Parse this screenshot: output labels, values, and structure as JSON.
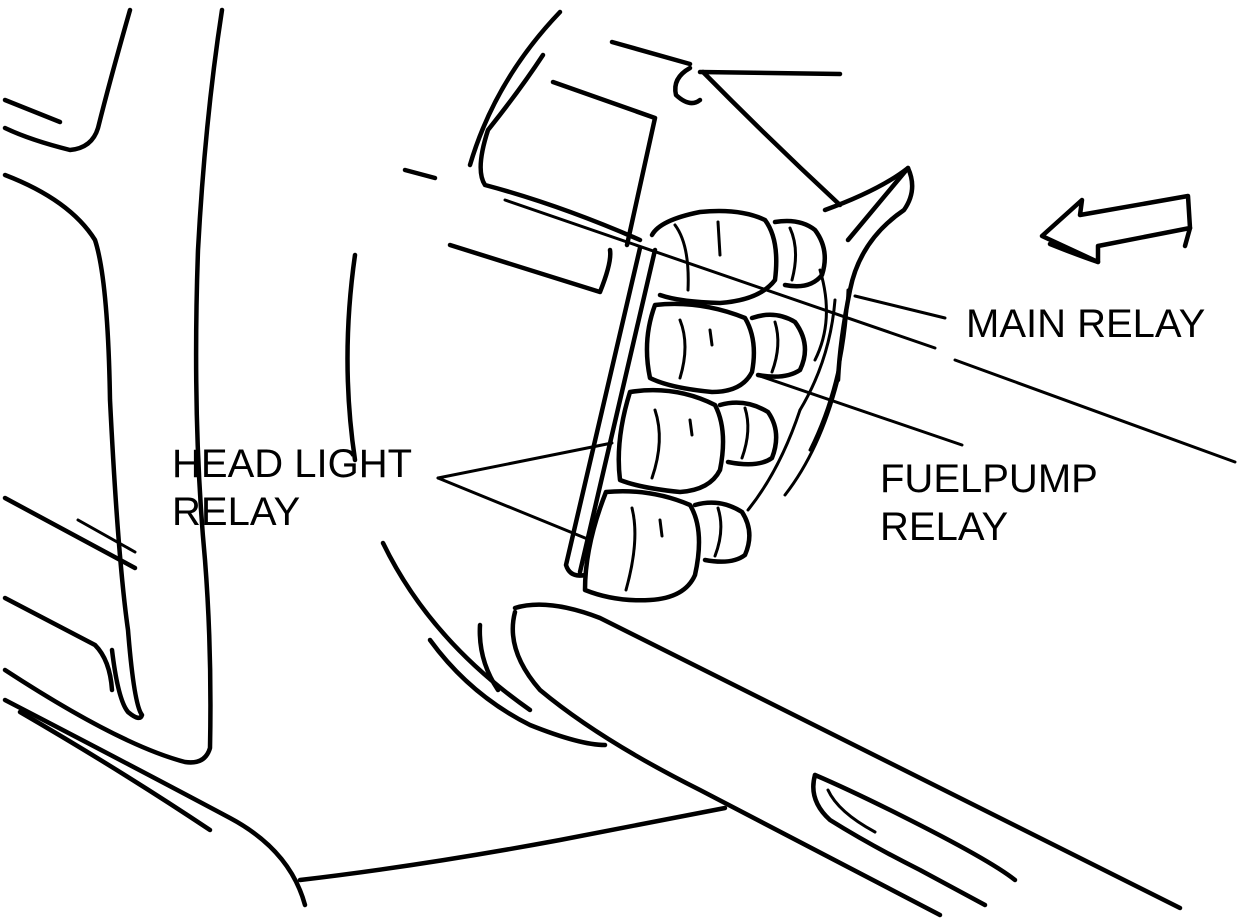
{
  "labels": {
    "main_relay": "MAIN RELAY",
    "headlight_relay": [
      "HEAD LIGHT",
      "RELAY"
    ],
    "fuelpump_relay": [
      "FUELPUMP",
      "RELAY"
    ]
  },
  "colors": {
    "line": "#000000",
    "background": "#ffffff"
  },
  "icons": {
    "direction_arrow": "arrow-left-icon"
  }
}
